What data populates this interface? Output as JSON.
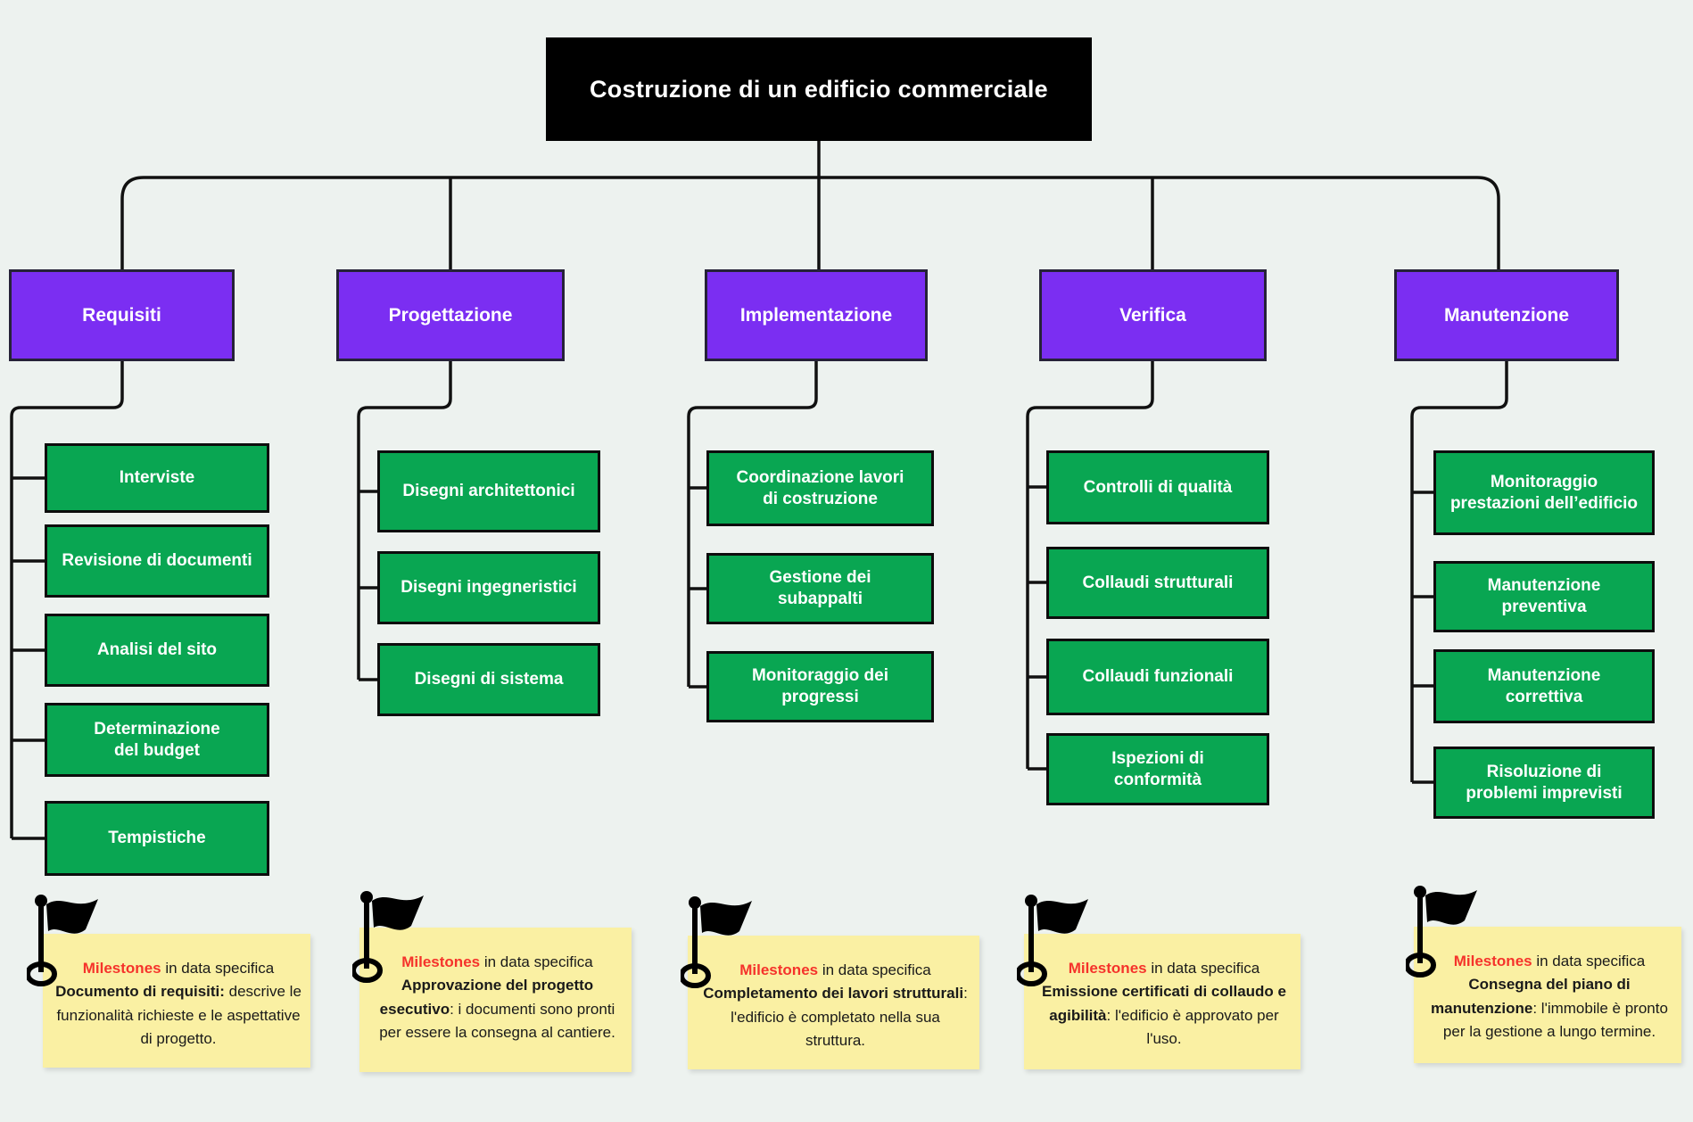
{
  "title": "Costruzione di un edificio commerciale",
  "colors": {
    "background": "#EDF2EF",
    "title_box": "#000000",
    "phase_box": "#7B2EF2",
    "task_box": "#09A652",
    "note_box": "#FAF0A3",
    "milestone_keyword": "#F5332B",
    "connector": "#111111",
    "box_text": "#FFFFFF"
  },
  "columns": [
    {
      "label": "Requisiti",
      "children": [
        "Interviste",
        "Revisione di documenti",
        "Analisi del sito",
        "Determinazione\ndel budget",
        "Tempistiche"
      ],
      "milestone": {
        "keyword": "Milestones",
        "heading_rest": " in data specifica",
        "event": "Documento di requisiti:",
        "description": " descrive le funzionalità richieste e le aspettative di progetto."
      }
    },
    {
      "label": "Progettazione",
      "children": [
        "Disegni architettonici",
        "Disegni ingegneristici",
        "Disegni di sistema"
      ],
      "milestone": {
        "keyword": "Milestones",
        "heading_rest": " in data specifica",
        "event": "Approvazione del progetto esecutivo",
        "description": ": i documenti sono pronti per essere la consegna al cantiere."
      }
    },
    {
      "label": "Implementazione",
      "children": [
        "Coordinazione lavori\ndi costruzione",
        "Gestione dei\nsubappalti",
        "Monitoraggio dei\nprogressi"
      ],
      "milestone": {
        "keyword": "Milestones",
        "heading_rest": " in data specifica",
        "event": "Completamento dei lavori strutturali",
        "description": ": l'edificio è completato nella sua struttura."
      }
    },
    {
      "label": "Verifica",
      "children": [
        "Controlli di qualità",
        "Collaudi strutturali",
        "Collaudi funzionali",
        "Ispezioni di\nconformità"
      ],
      "milestone": {
        "keyword": "Milestones",
        "heading_rest": " in data specifica",
        "event": "Emissione certificati di collaudo e agibilità",
        "description": ": l'edificio è approvato per l'uso."
      }
    },
    {
      "label": "Manutenzione",
      "children": [
        "Monitoraggio\nprestazioni dell’edificio",
        "Manutenzione\npreventiva",
        "Manutenzione\ncorrettiva",
        "Risoluzione di\nproblemi imprevisti"
      ],
      "milestone": {
        "keyword": "Milestones",
        "heading_rest": " in data specifica",
        "event": "Consegna del piano di manutenzione",
        "description": ": l'immobile è pronto per la gestione a lungo termine."
      }
    }
  ]
}
